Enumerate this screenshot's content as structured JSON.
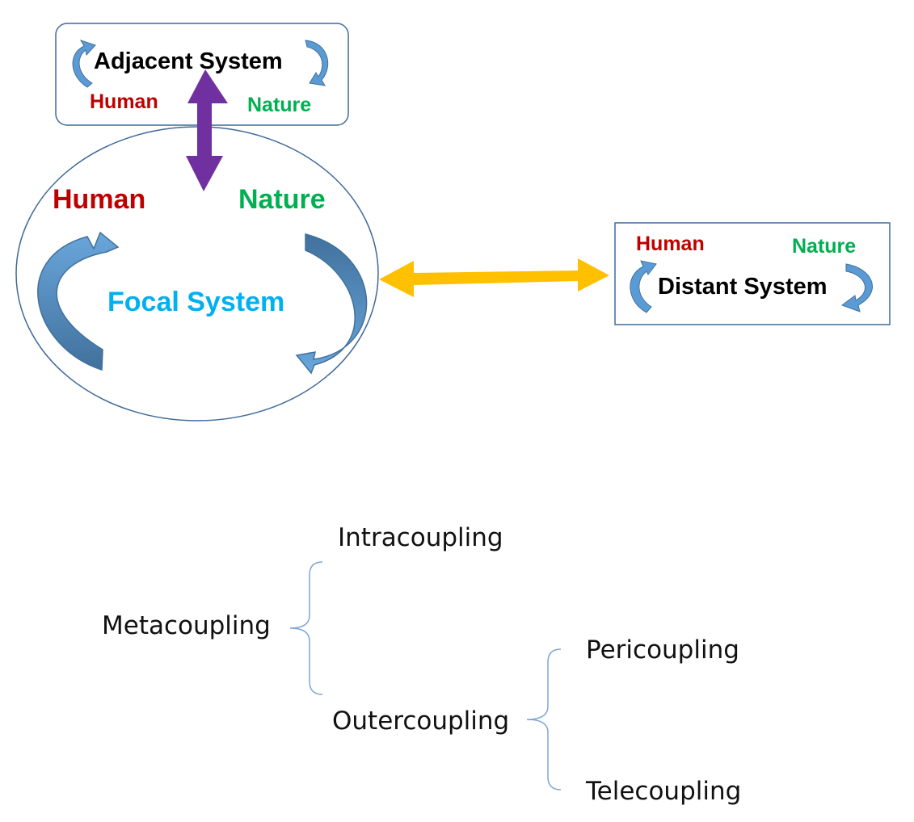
{
  "colors": {
    "outline": "#3f6a9a",
    "cycle_arrow_light": "#5b9bd5",
    "cycle_arrow_dark": "#41719c",
    "purple_arrow": "#7030a0",
    "gold_arrow": "#ffc000",
    "human_text": "#c00000",
    "nature_text": "#00b050",
    "focal_text": "#00b0f0",
    "bracket": "#7fa7d4"
  },
  "adjacent": {
    "title": "Adjacent System",
    "human": "Human",
    "nature": "Nature"
  },
  "focal": {
    "title": "Focal System",
    "human": "Human",
    "nature": "Nature"
  },
  "distant": {
    "title": "Distant System",
    "human": "Human",
    "nature": "Nature"
  },
  "tree": {
    "root": "Metacoupling",
    "intra": "Intracoupling",
    "outer": "Outercoupling",
    "peri": "Pericoupling",
    "tele": "Telecoupling"
  }
}
